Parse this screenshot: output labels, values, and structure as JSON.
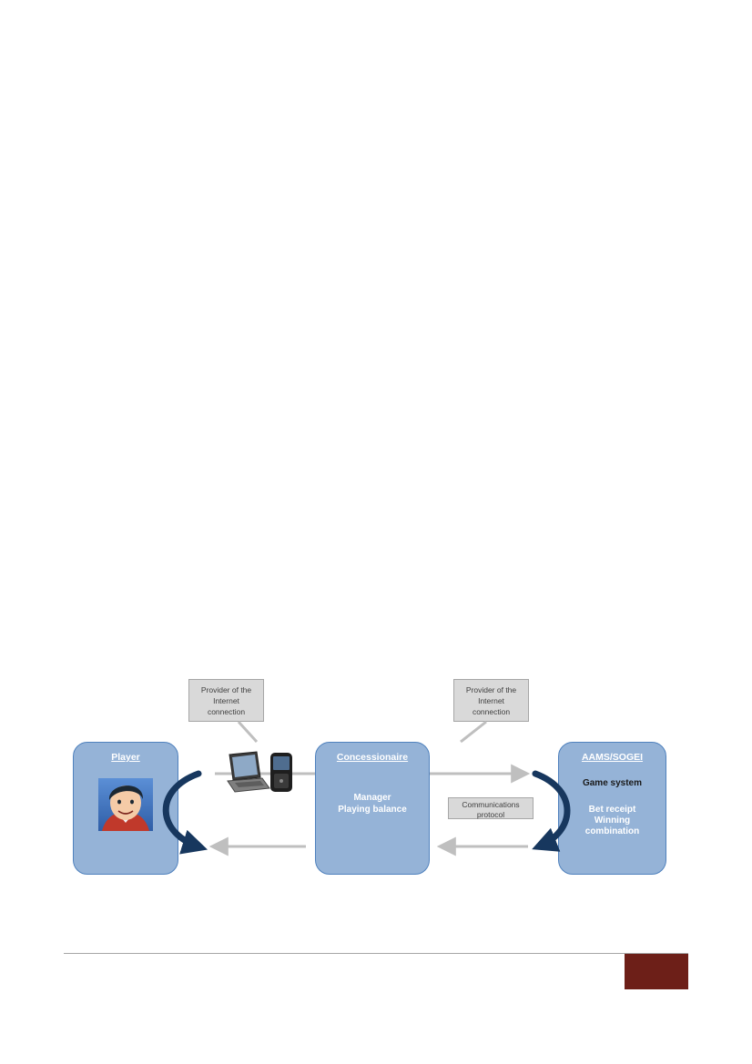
{
  "callouts": {
    "left": {
      "lines": [
        "Provider of the",
        "Internet",
        "connection"
      ]
    },
    "right": {
      "lines": [
        "Provider of the",
        "Internet",
        "connection"
      ]
    }
  },
  "nodes": {
    "player": {
      "title": "Player"
    },
    "concessionaire": {
      "title": "Concessionaire",
      "lines": [
        "Manager",
        "Playing balance"
      ]
    },
    "aams": {
      "title": "AAMS/SOGEI",
      "subtitle": "Game system",
      "lines": [
        "Bet receipt",
        "Winning",
        "combination"
      ]
    }
  },
  "protocol_label": {
    "lines": [
      "Communications",
      "protocol"
    ]
  },
  "colors": {
    "node_fill": "#95b3d7",
    "node_border": "#4f81bd",
    "arrow_gray": "#bfbfbf",
    "curved_arrow": "#17375e",
    "footer_tab": "#6d1f18"
  },
  "icons": [
    "player-avatar-icon",
    "laptop-icon",
    "smartphone-icon"
  ]
}
